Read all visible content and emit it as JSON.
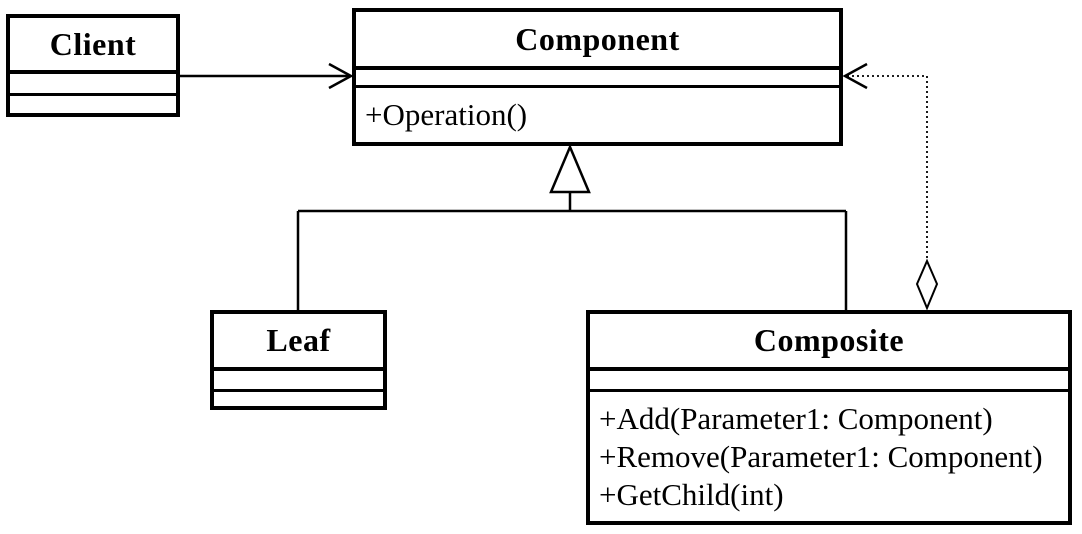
{
  "colors": {
    "stroke": "#000000",
    "background": "#ffffff",
    "text": "#000000"
  },
  "classes": {
    "client": {
      "name": "Client"
    },
    "component": {
      "name": "Component",
      "operations": [
        "+Operation()"
      ]
    },
    "leaf": {
      "name": "Leaf"
    },
    "composite": {
      "name": "Composite",
      "operations": [
        "+Add(Parameter1: Component)",
        "+Remove(Parameter1: Component)",
        "+GetChild(int)"
      ]
    }
  },
  "relationships": [
    {
      "from": "Client",
      "to": "Component",
      "type": "association",
      "line": "solid",
      "head_marker": "open-arrow"
    },
    {
      "from": "Leaf",
      "to": "Component",
      "type": "generalization",
      "line": "solid",
      "head_marker": "hollow-triangle"
    },
    {
      "from": "Composite",
      "to": "Component",
      "type": "generalization",
      "line": "solid",
      "head_marker": "hollow-triangle"
    },
    {
      "from": "Composite",
      "to": "Component",
      "type": "aggregation",
      "line": "dotted",
      "head_marker": "open-arrow",
      "tail_marker": "hollow-diamond"
    }
  ]
}
